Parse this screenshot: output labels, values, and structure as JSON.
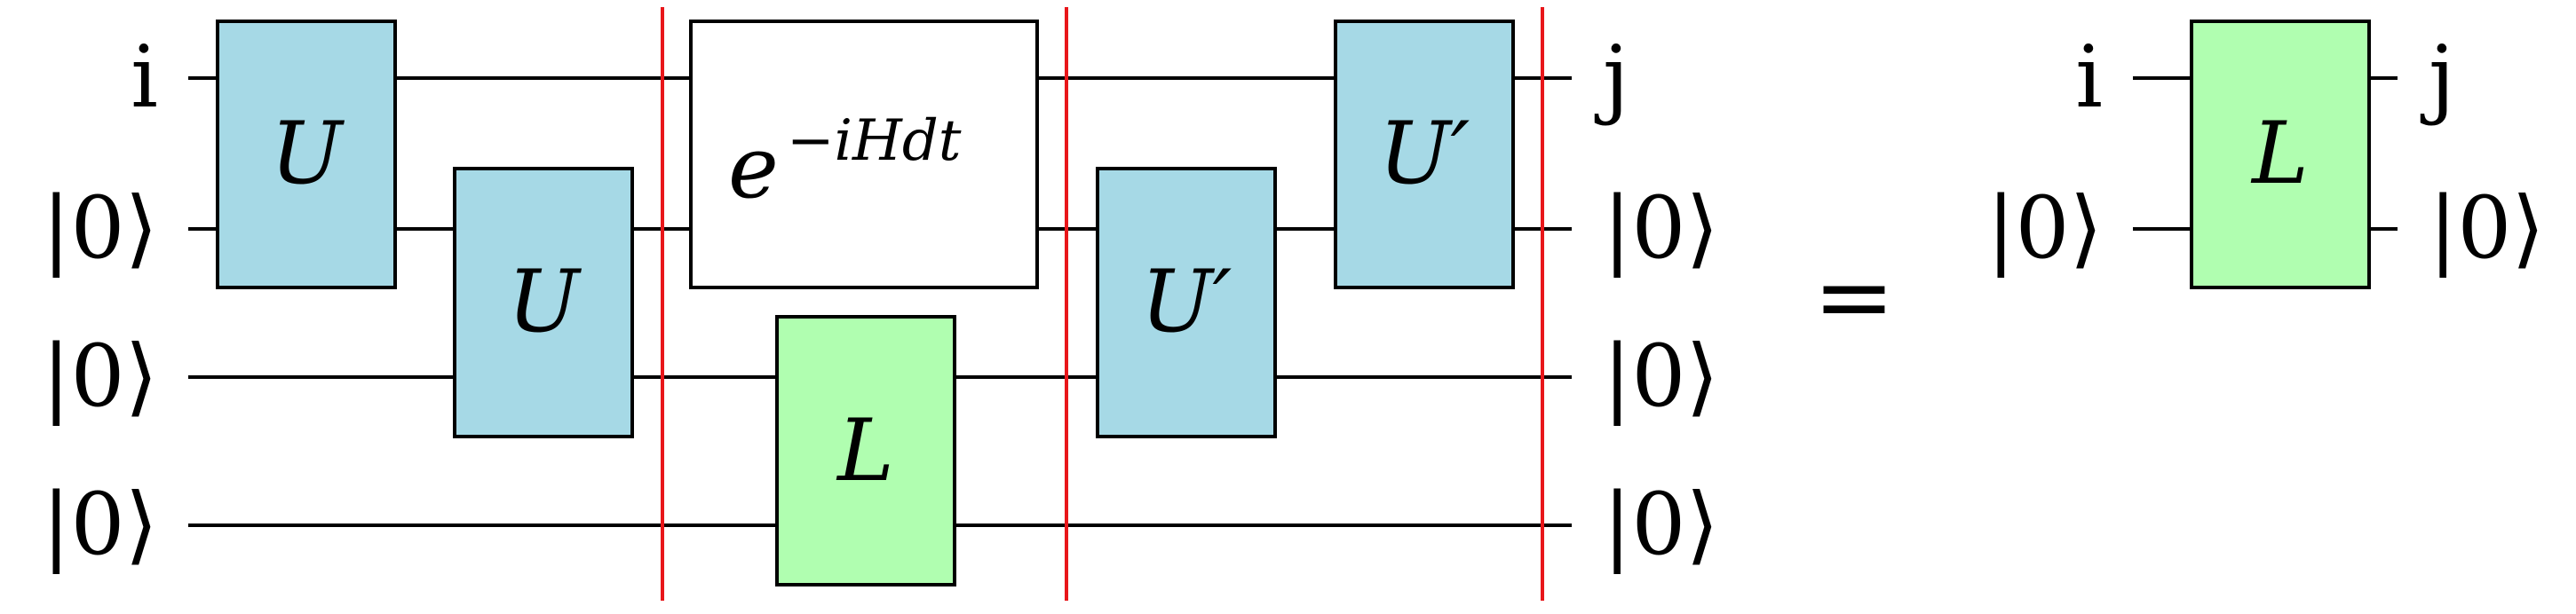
{
  "colors": {
    "wire": "#000000",
    "u_gate_fill": "#a6d9e6",
    "l_gate_fill": "#b0feb0",
    "exp_gate_fill": "#ffffff",
    "barrier": "#e8161a",
    "gate_stroke": "#000000"
  },
  "left_circuit": {
    "input_labels": [
      "i",
      "|0⟩",
      "|0⟩",
      "|0⟩"
    ],
    "output_labels": [
      "j",
      "|0⟩",
      "|0⟩",
      "|0⟩"
    ],
    "gates": {
      "u1": "U",
      "u2": "U",
      "exp": {
        "base": "e",
        "exponent": "−iHdt"
      },
      "l": "L",
      "uprime1": "U′",
      "uprime2": "U′"
    },
    "barrier_count": 3
  },
  "equals_sign": "=",
  "right_circuit": {
    "input_labels": [
      "i",
      "|0⟩"
    ],
    "output_labels": [
      "j",
      "|0⟩"
    ],
    "gate": "L"
  }
}
